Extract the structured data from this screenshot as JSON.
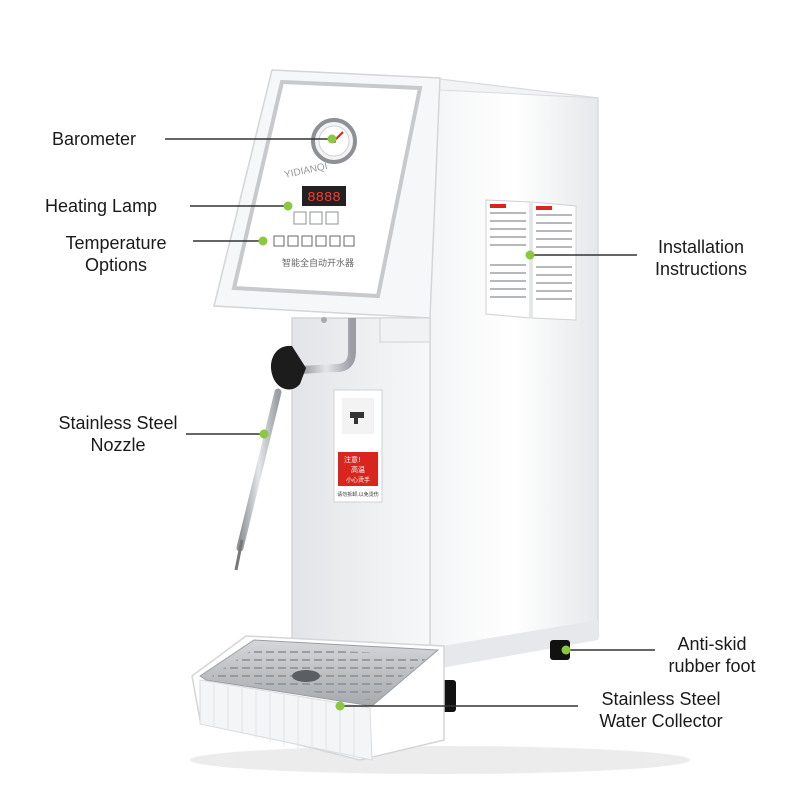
{
  "product": {
    "brand_logo": "YIDIANQI",
    "display_digits": "8888",
    "panel_caption": "智能全自动开水器",
    "warning_title": "注意!",
    "warning_line1": "高温",
    "warning_line2": "小心烫手",
    "warning_footer": "请勿拆卸,以免烫伤"
  },
  "callouts": [
    {
      "id": "barometer",
      "lines": [
        "Barometer"
      ]
    },
    {
      "id": "heating-lamp",
      "lines": [
        "Heating Lamp"
      ]
    },
    {
      "id": "temperature-options",
      "lines": [
        "Temperature",
        "Options"
      ]
    },
    {
      "id": "stainless-steel-nozzle",
      "lines": [
        "Stainless Steel",
        "Nozzle"
      ]
    },
    {
      "id": "installation-instructions",
      "lines": [
        "Installation",
        "Instructions"
      ]
    },
    {
      "id": "anti-skid-rubber-foot",
      "lines": [
        "Anti-skid",
        "rubber foot"
      ]
    },
    {
      "id": "stainless-steel-water-collector",
      "lines": [
        "Stainless Steel",
        "Water Collector"
      ]
    }
  ],
  "colors": {
    "callout_dot": "#8dc63f",
    "callout_line": "#333333",
    "body_white": "#ffffff",
    "body_shade": "#eef0f2",
    "panel_border": "#c7c9cc",
    "display_bg": "#222222",
    "display_digits": "#ff3b2f",
    "warning_red": "#d8261f",
    "nozzle_black": "#1c1c1c",
    "steel": "#b9bdc2"
  }
}
